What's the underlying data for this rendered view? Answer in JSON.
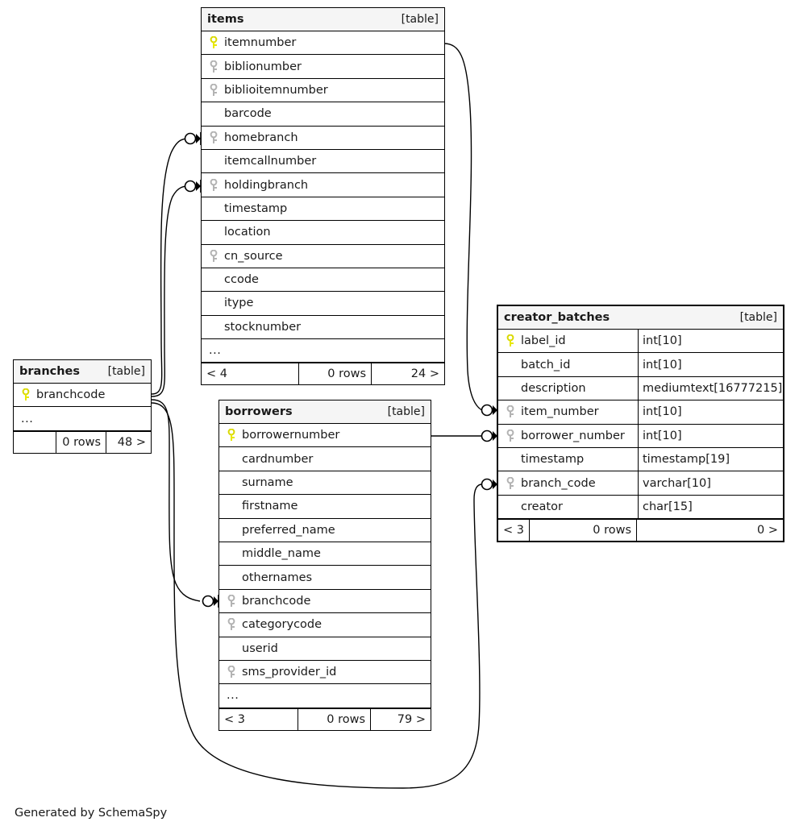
{
  "diagram": {
    "credit": "Generated by SchemaSpy",
    "table_tag": "[table]",
    "ellipsis": "...",
    "pk_color": "#e8e800",
    "fk_color": "#b3b3b3",
    "header_bg": "#f5f5f5",
    "line_color": "#000000"
  },
  "tables": [
    {
      "id": "items",
      "name": "items",
      "tag": "[table]",
      "columns": [
        {
          "name": "itemnumber",
          "key": "pk"
        },
        {
          "name": "biblionumber",
          "key": "fk"
        },
        {
          "name": "biblioitemnumber",
          "key": "fk"
        },
        {
          "name": "barcode",
          "key": "none"
        },
        {
          "name": "homebranch",
          "key": "fk"
        },
        {
          "name": "itemcallnumber",
          "key": "none"
        },
        {
          "name": "holdingbranch",
          "key": "fk"
        },
        {
          "name": "timestamp",
          "key": "none"
        },
        {
          "name": "location",
          "key": "none"
        },
        {
          "name": "cn_source",
          "key": "fk"
        },
        {
          "name": "ccode",
          "key": "none"
        },
        {
          "name": "itype",
          "key": "none"
        },
        {
          "name": "stocknumber",
          "key": "none"
        }
      ],
      "has_ellipsis": true,
      "footer": {
        "left": "< 4",
        "middle": "0 rows",
        "right": "24 >"
      }
    },
    {
      "id": "branches",
      "name": "branches",
      "tag": "[table]",
      "columns": [
        {
          "name": "branchcode",
          "key": "pk"
        }
      ],
      "has_ellipsis": true,
      "footer": {
        "left": "",
        "middle": "0 rows",
        "right": "48 >"
      }
    },
    {
      "id": "borrowers",
      "name": "borrowers",
      "tag": "[table]",
      "columns": [
        {
          "name": "borrowernumber",
          "key": "pk"
        },
        {
          "name": "cardnumber",
          "key": "none"
        },
        {
          "name": "surname",
          "key": "none"
        },
        {
          "name": "firstname",
          "key": "none"
        },
        {
          "name": "preferred_name",
          "key": "none"
        },
        {
          "name": "middle_name",
          "key": "none"
        },
        {
          "name": "othernames",
          "key": "none"
        },
        {
          "name": "branchcode",
          "key": "fk"
        },
        {
          "name": "categorycode",
          "key": "fk"
        },
        {
          "name": "userid",
          "key": "none"
        },
        {
          "name": "sms_provider_id",
          "key": "fk"
        }
      ],
      "has_ellipsis": true,
      "footer": {
        "left": "< 3",
        "middle": "0 rows",
        "right": "79 >"
      }
    },
    {
      "id": "creator_batches",
      "name": "creator_batches",
      "tag": "[table]",
      "columns": [
        {
          "name": "label_id",
          "key": "pk",
          "type": "int[10]"
        },
        {
          "name": "batch_id",
          "key": "none",
          "type": "int[10]"
        },
        {
          "name": "description",
          "key": "none",
          "type": "mediumtext[16777215]"
        },
        {
          "name": "item_number",
          "key": "fk",
          "type": "int[10]"
        },
        {
          "name": "borrower_number",
          "key": "fk",
          "type": "int[10]"
        },
        {
          "name": "timestamp",
          "key": "none",
          "type": "timestamp[19]"
        },
        {
          "name": "branch_code",
          "key": "fk",
          "type": "varchar[10]"
        },
        {
          "name": "creator",
          "key": "none",
          "type": "char[15]"
        }
      ],
      "has_ellipsis": false,
      "footer": {
        "left": "< 3",
        "middle": "0 rows",
        "right": "0 >"
      }
    }
  ],
  "relationships": [
    {
      "from": "branches.branchcode",
      "to": "items.homebranch"
    },
    {
      "from": "branches.branchcode",
      "to": "items.holdingbranch"
    },
    {
      "from": "branches.branchcode",
      "to": "borrowers.branchcode"
    },
    {
      "from": "branches.branchcode",
      "to": "creator_batches.branch_code"
    },
    {
      "from": "items.itemnumber",
      "to": "creator_batches.item_number"
    },
    {
      "from": "borrowers.borrowernumber",
      "to": "creator_batches.borrower_number"
    }
  ]
}
